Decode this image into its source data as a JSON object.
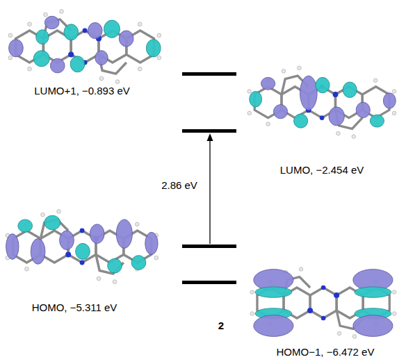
{
  "diagram": {
    "labels": [
      "LUMO+1, −0.893 eV",
      "LUMO, −2.454 eV",
      "2.86 eV",
      "HOMO, −5.311 eV",
      "2",
      "HOMO−1, −6.472 eV"
    ]
  }
}
